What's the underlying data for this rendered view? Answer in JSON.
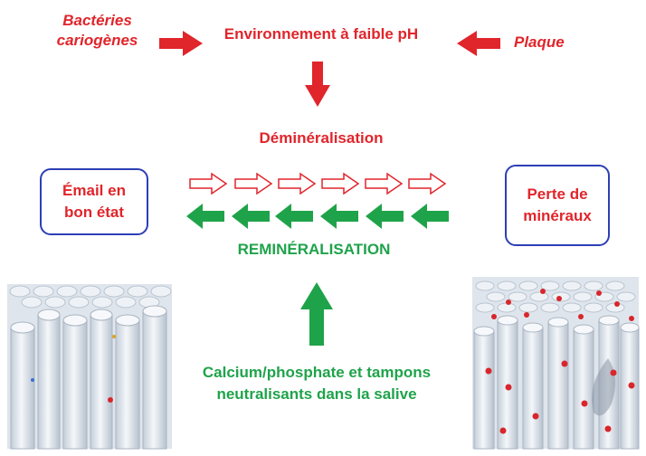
{
  "labels": {
    "bacteria": "Bactéries\ncariogènes",
    "low_ph": "Environnement à faible pH",
    "plaque": "Plaque",
    "demineralisation": "Déminéralisation",
    "remineralisation": "REMINÉRALISATION",
    "healthy_enamel": "Émail en\nbon état",
    "mineral_loss": "Perte de\nminéraux",
    "saliva": "Calcium/phosphate et tampons\nneutralisants dans la salive"
  },
  "colors": {
    "red": "#e0252b",
    "green": "#1fa34a",
    "box_border": "#2d3fb5",
    "rod": "#e9eef4",
    "rod_shadow": "#b9c4d0",
    "dot": "#d8262c"
  },
  "icons": {
    "arrow_bacteria": "right-arrow-icon",
    "arrow_plaque": "left-arrow-icon",
    "arrow_down": "down-arrow-icon",
    "arrow_up": "up-arrow-icon",
    "outline_arrows": "hollow-right-arrow-icon",
    "solid_arrows": "solid-left-arrow-icon"
  }
}
